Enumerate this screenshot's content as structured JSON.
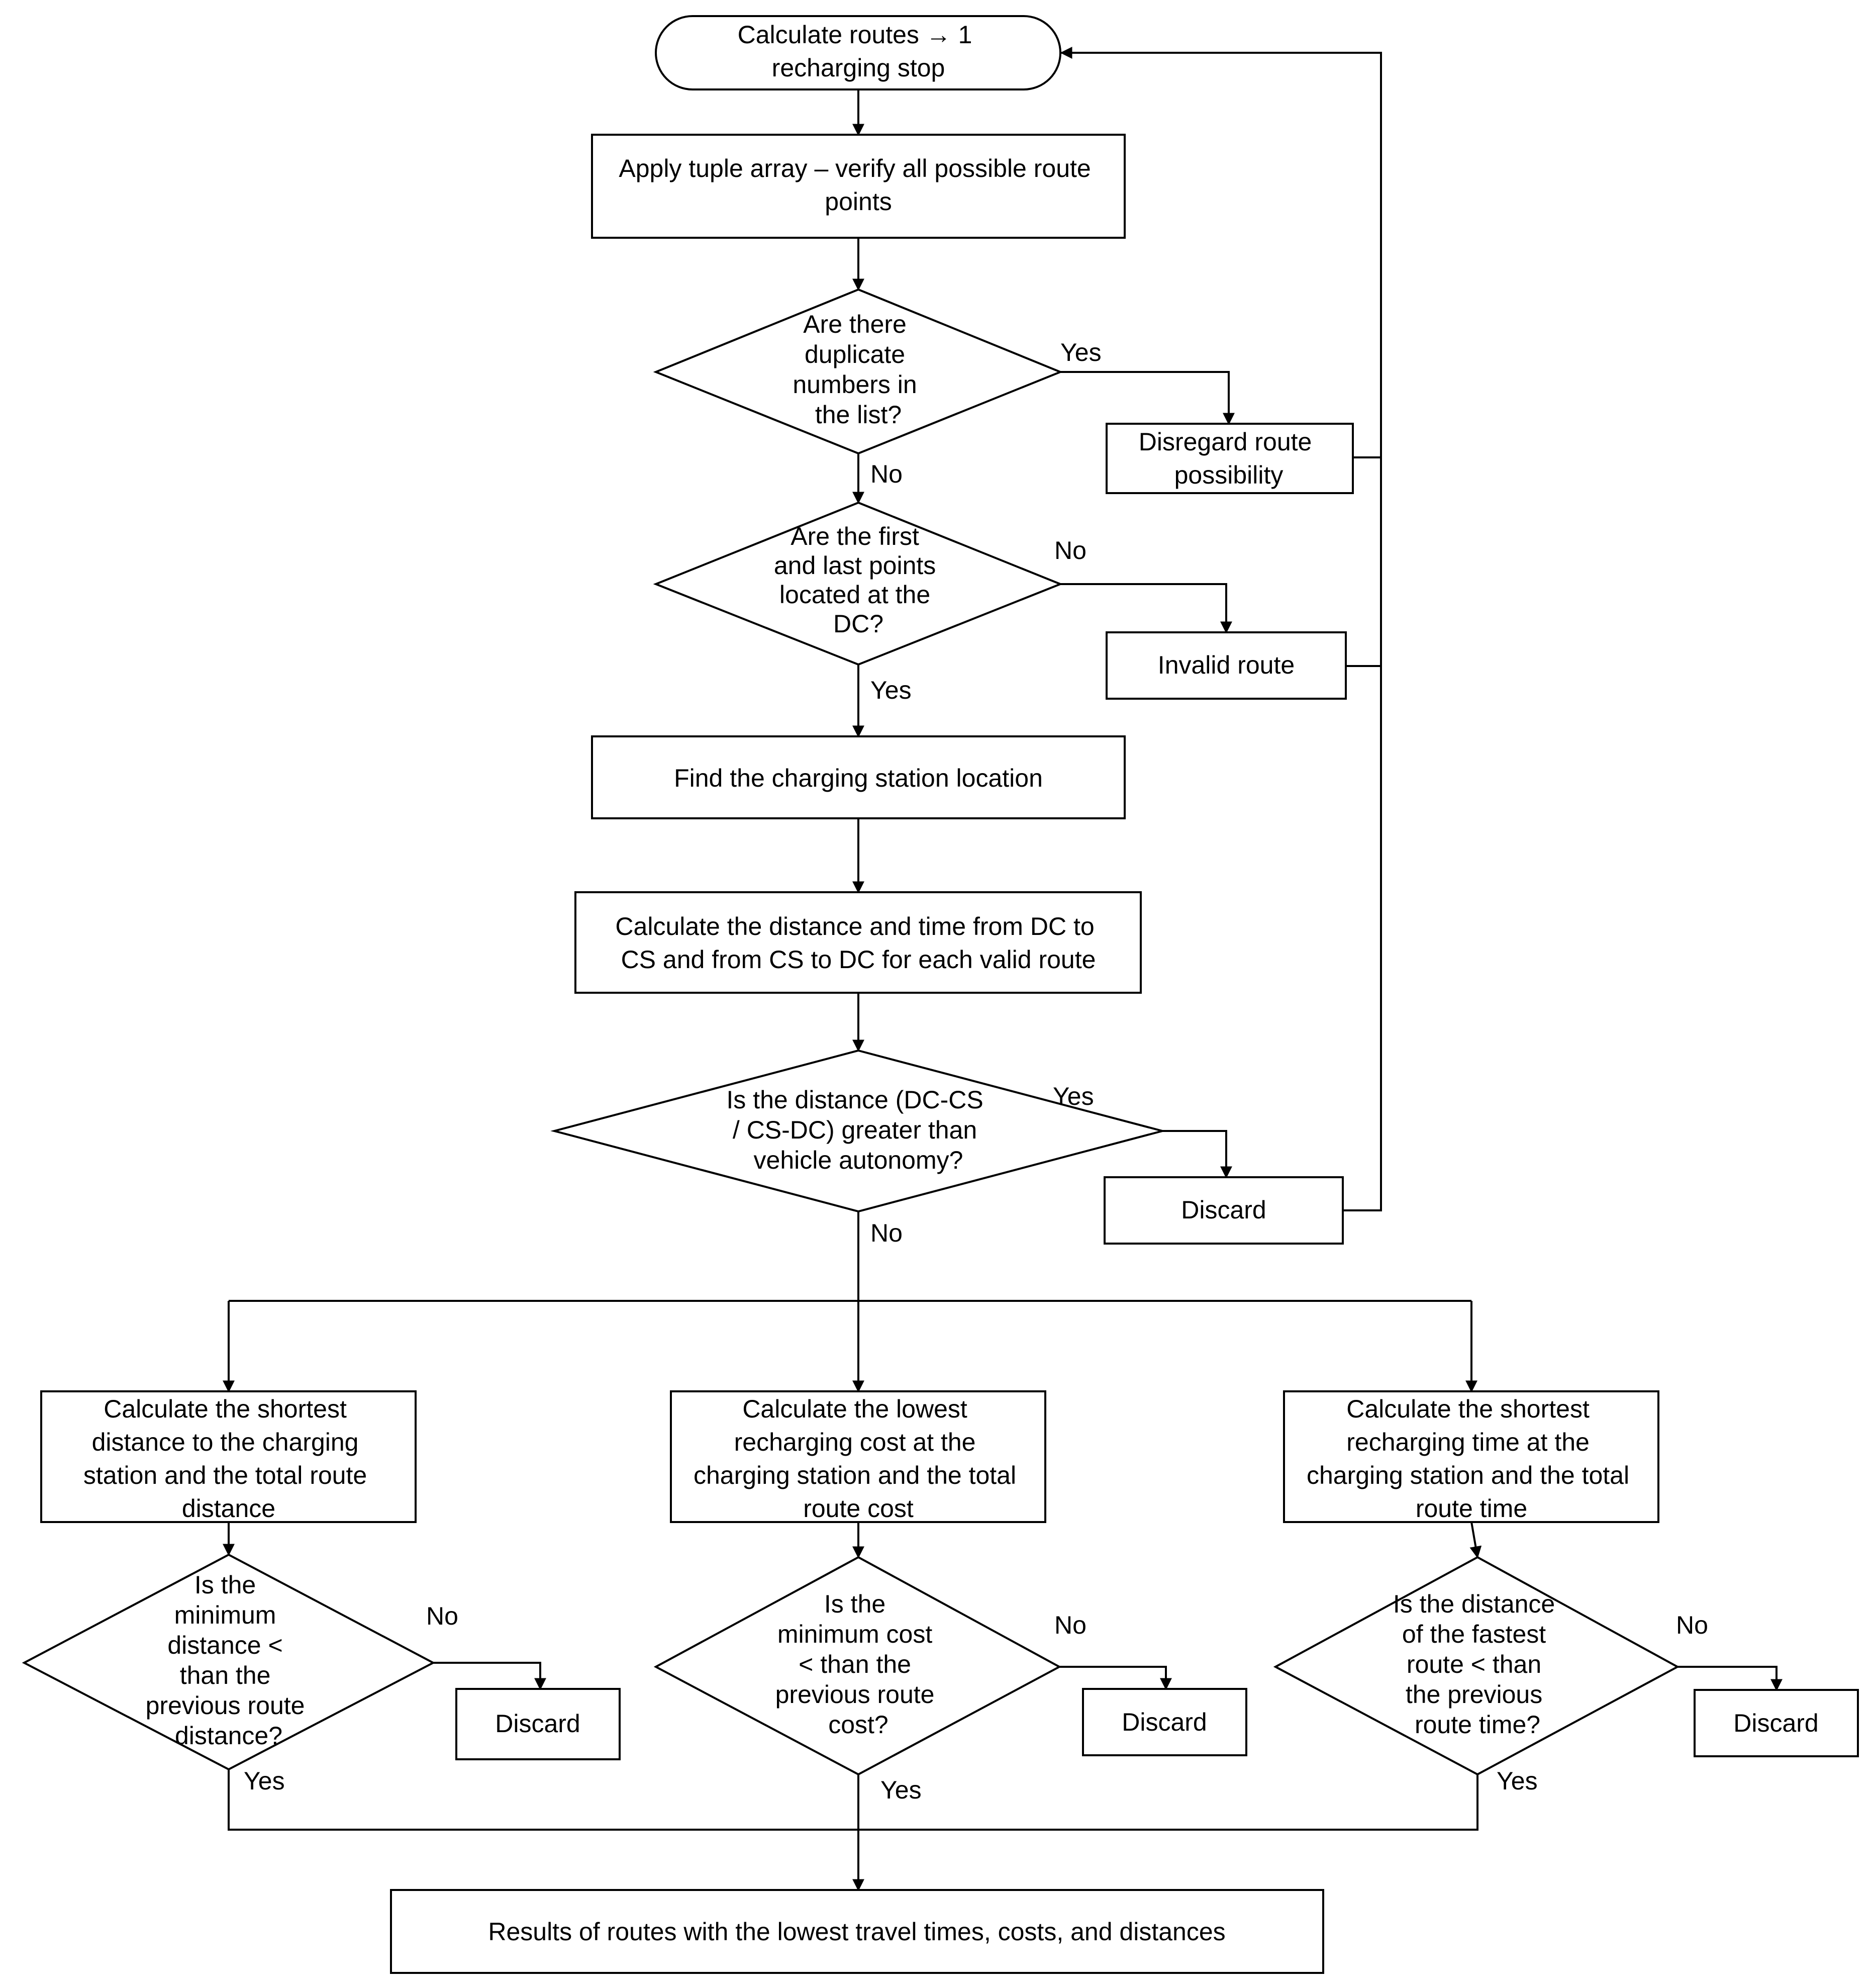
{
  "diagram": {
    "start": {
      "lines": [
        "Calculate routes → 1",
        "recharging stop"
      ]
    },
    "apply_tuple": {
      "lines": [
        "Apply tuple array – verify all possible route",
        "points"
      ]
    },
    "duplicates_decision": {
      "lines": [
        "Are there",
        "duplicate",
        "numbers in",
        "the list?"
      ]
    },
    "disregard_route": {
      "lines": [
        "Disregard route",
        "possibility"
      ]
    },
    "first_last_decision": {
      "lines": [
        "Are the first",
        "and last points",
        "located at the",
        "DC?"
      ]
    },
    "invalid_route": {
      "lines": [
        "Invalid route"
      ]
    },
    "find_station": {
      "lines": [
        "Find the charging station location"
      ]
    },
    "calc_distance_time": {
      "lines": [
        "Calculate the distance and time from DC to",
        "CS and from CS to DC for each valid route"
      ]
    },
    "autonomy_decision": {
      "lines": [
        "Is the distance (DC-CS",
        "/ CS-DC) greater than",
        "vehicle autonomy?"
      ]
    },
    "discard_autonomy": {
      "lines": [
        "Discard"
      ]
    },
    "shortest_distance": {
      "lines": [
        "Calculate the shortest",
        "distance to the charging",
        "station and the total route",
        "distance"
      ]
    },
    "lowest_cost": {
      "lines": [
        "Calculate the lowest",
        "recharging cost at the",
        "charging station and the total",
        "route cost"
      ]
    },
    "shortest_time": {
      "lines": [
        "Calculate the shortest",
        "recharging time at the",
        "charging station and the total",
        "route time"
      ]
    },
    "distance_decision": {
      "lines": [
        "Is the",
        "minimum",
        "distance <",
        "than the",
        "previous route",
        "distance?"
      ]
    },
    "cost_decision": {
      "lines": [
        "Is the",
        "minimum cost",
        "< than the",
        "previous route",
        "cost?"
      ]
    },
    "time_decision": {
      "lines": [
        "Is the distance",
        "of the fastest",
        "route < than",
        "the previous",
        "route time?"
      ]
    },
    "discard_distance": {
      "lines": [
        "Discard"
      ]
    },
    "discard_cost": {
      "lines": [
        "Discard"
      ]
    },
    "discard_time": {
      "lines": [
        "Discard"
      ]
    },
    "results": {
      "lines": [
        "Results of routes with the lowest travel times, costs, and distances"
      ]
    },
    "labels": {
      "duplicates_yes": "Yes",
      "duplicates_no": "No",
      "first_last_no": "No",
      "first_last_yes": "Yes",
      "autonomy_yes": "Yes",
      "autonomy_no": "No",
      "distance_no": "No",
      "distance_yes": "Yes",
      "cost_no": "No",
      "cost_yes": "Yes",
      "time_no": "No",
      "time_yes": "Yes"
    }
  }
}
